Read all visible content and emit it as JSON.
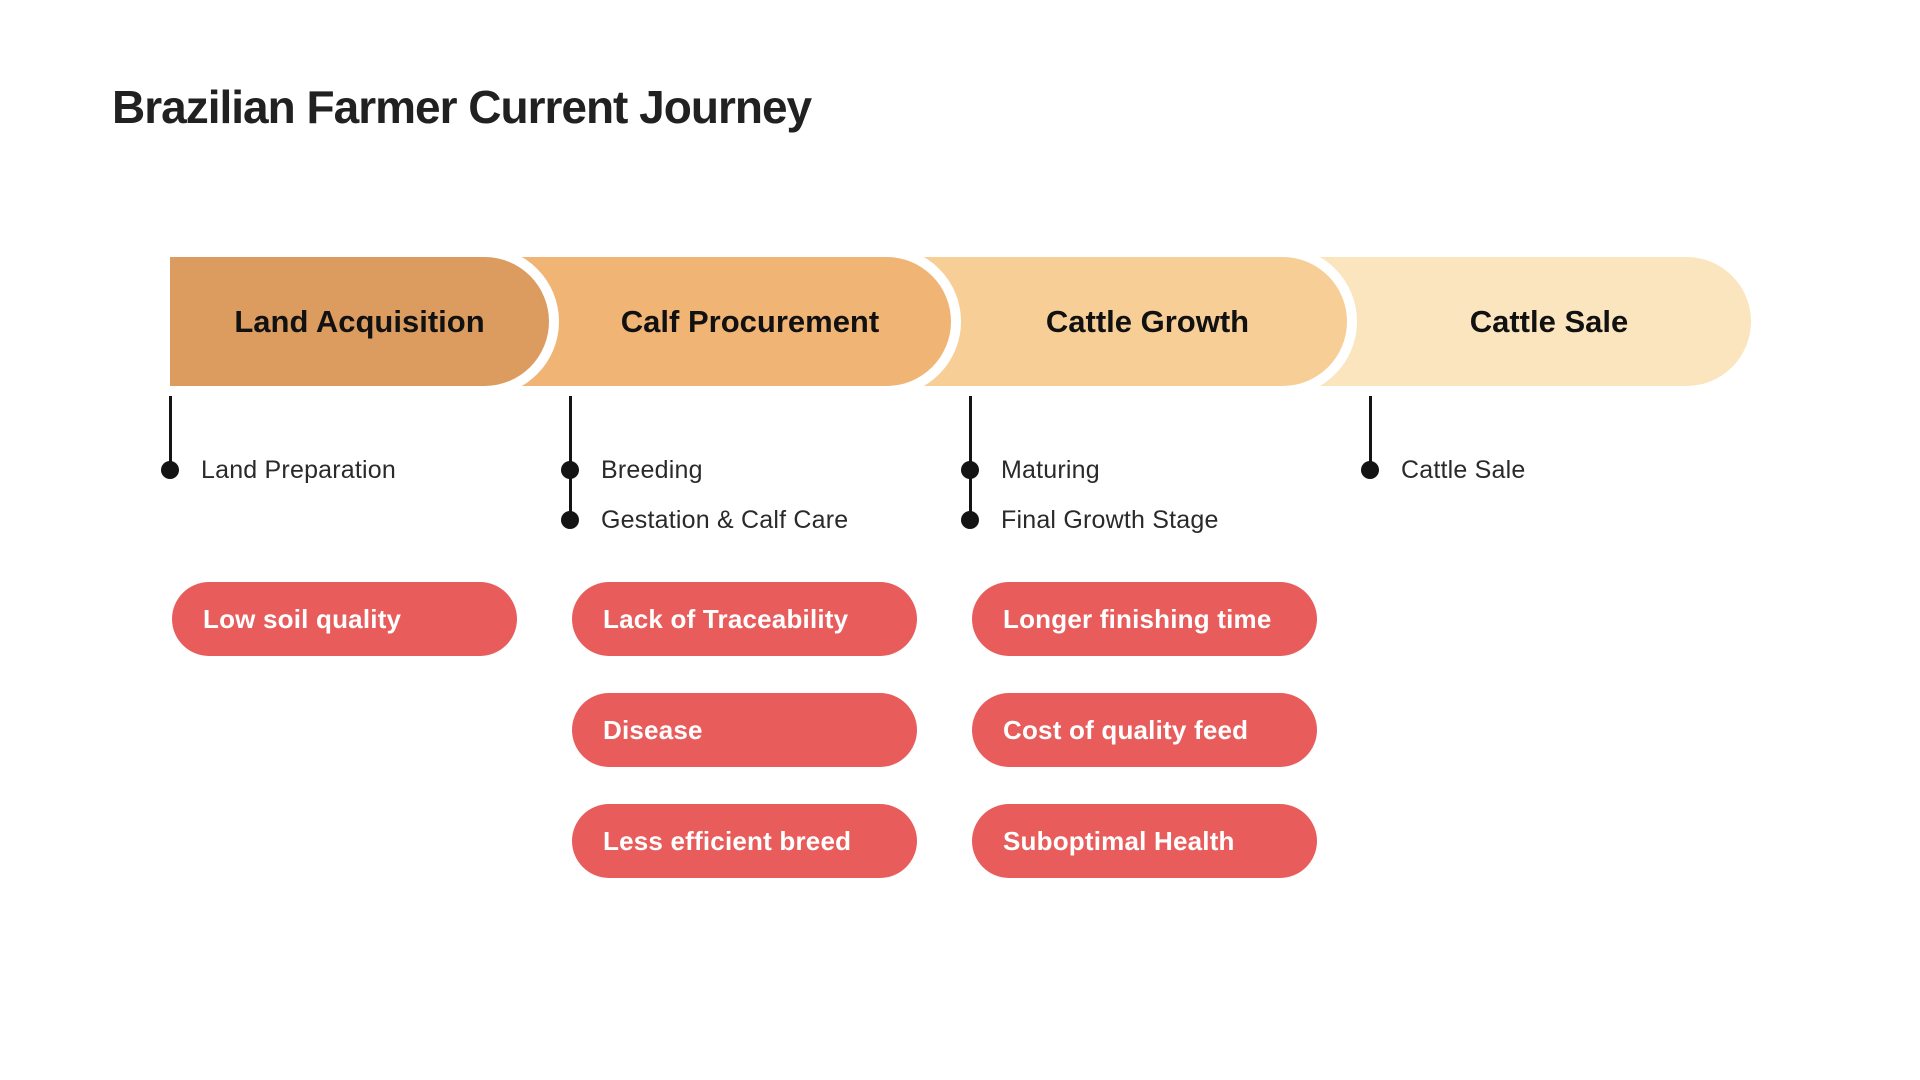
{
  "header": {
    "title": "Brazilian Farmer Current Journey"
  },
  "palette": {
    "background": "#FFFFFF",
    "title_text": "#212121",
    "stage_label_text": "#111111",
    "milestone_text": "#2A2A2A",
    "connector_line": "#141414",
    "stage_fills": [
      "#DC9B5F",
      "#F0B475",
      "#F8CE97",
      "#FBE5BE"
    ],
    "stage_outline": "#FFFFFF",
    "pain_fill": "#E85C5C",
    "pain_text": "#FFFFFF"
  },
  "journey": {
    "stages": [
      {
        "label": "Land Acquisition",
        "fill": "#DC9B5F",
        "milestones": [
          "Land Preparation"
        ],
        "pain_points": [
          "Low soil quality"
        ]
      },
      {
        "label": "Calf Procurement",
        "fill": "#F0B475",
        "milestones": [
          "Breeding",
          "Gestation & Calf Care"
        ],
        "pain_points": [
          "Lack of Traceability",
          "Disease",
          "Less efficient breed"
        ]
      },
      {
        "label": "Cattle Growth",
        "fill": "#F8CE97",
        "milestones": [
          "Maturing",
          "Final Growth Stage"
        ],
        "pain_points": [
          "Longer finishing time",
          "Cost of quality feed",
          "Suboptimal Health"
        ]
      },
      {
        "label": "Cattle Sale",
        "fill": "#FBE5BE",
        "milestones": [
          "Cattle Sale"
        ],
        "pain_points": []
      }
    ]
  }
}
